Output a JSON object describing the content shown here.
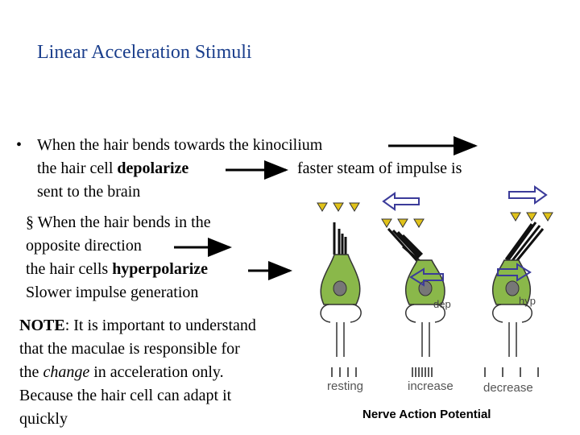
{
  "slide": {
    "title": "Linear Acceleration Stimuli"
  },
  "bullets": {
    "b1": {
      "marker": "•",
      "line1": "When the hair bends towards the kinocilium",
      "line2_pre": "the hair cell ",
      "line2_bold": "depolarize",
      "line2_post": "faster steam of impulse is",
      "line3": "sent to the brain"
    },
    "b2": {
      "marker": "§",
      "line1": "When the hair bends in the",
      "line2": "opposite direction",
      "line3_pre": "the hair cells ",
      "line3_bold": "hyperpolarize",
      "line4": "Slower impulse generation"
    }
  },
  "note": {
    "label": "NOTE",
    "line1_rest": ": It is important to understand",
    "line2": "that the maculae is responsible for",
    "line3_pre": "the ",
    "line3_italic": "change",
    "line3_post": " in acceleration only.",
    "line4": "Because the hair cell can adapt it",
    "line5": "quickly"
  },
  "figure": {
    "label_dep": "dep",
    "label_hyp": "hyp",
    "label_resting": "resting",
    "label_increase": "increase",
    "label_decrease": "decrease",
    "caption": "Nerve Action Potential"
  },
  "colors": {
    "title": "#1a3e8c",
    "cell_fill": "#8ab84a",
    "nucleus": "#777777",
    "arrow_outline": "#3b3b9a",
    "triangles": "#e0c21a"
  }
}
